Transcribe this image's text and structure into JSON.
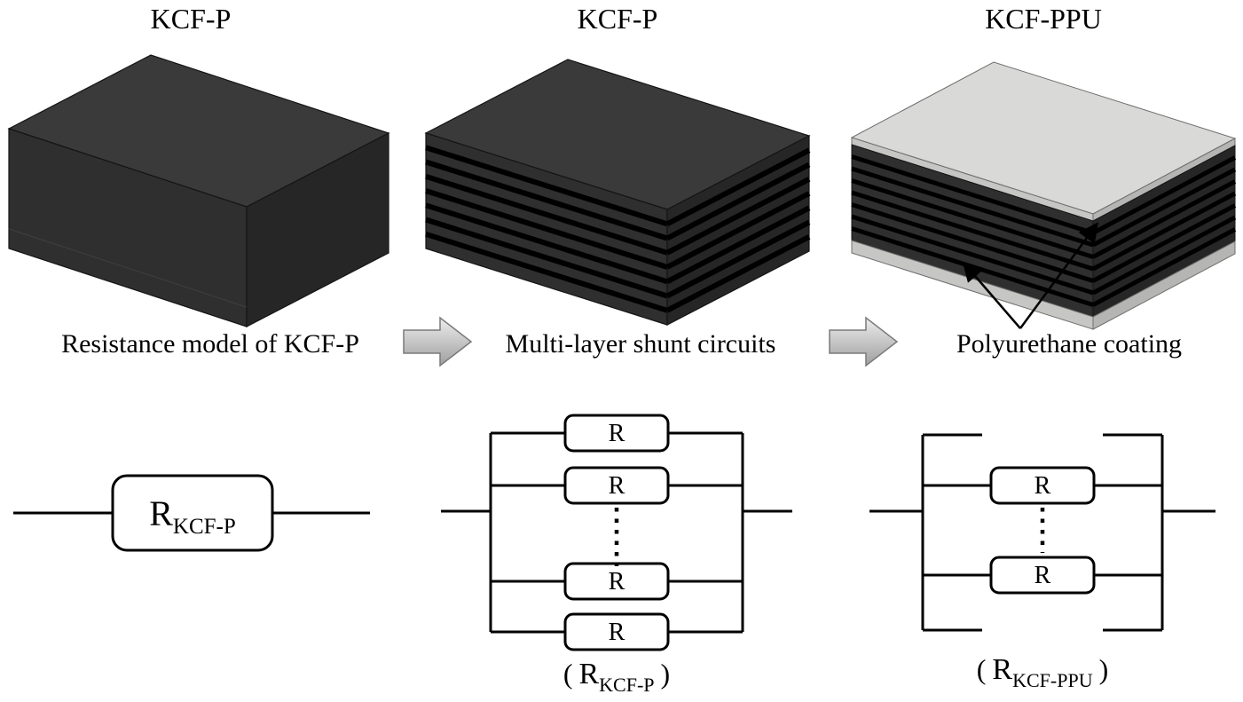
{
  "figure": {
    "titles": {
      "left": "KCF-P",
      "middle": "KCF-P",
      "right": "KCF-PPU"
    },
    "captions": {
      "left": "Resistance model of KCF-P",
      "middle": "Multi-layer shunt circuits",
      "right": "Polyurethane coating"
    },
    "circuit_single": {
      "r_main": "R",
      "r_sub": "KCF-P"
    },
    "circuit_multi": {
      "resistor": "R",
      "caption": {
        "open": "(",
        "main": "R",
        "sub": "KCF-P",
        "close": ")"
      }
    },
    "circuit_coated": {
      "resistor": "R",
      "caption": {
        "open": "(",
        "main": "R",
        "sub": "KCF-PPU",
        "close": ")"
      }
    }
  },
  "colors": {
    "background": "#ffffff",
    "block_top": "#3a3a3a",
    "block_front": "#2f2f2f",
    "block_side": "#262626",
    "layer_line": "#000000",
    "coating_top": "#d9d9d7",
    "coating_edge": "#c6c6c4",
    "coating_side": "#b5b5b3",
    "flow_arrow_fill": "#c9c9c9",
    "flow_arrow_edge": "#7a7a7a",
    "line": "#000000",
    "box_fill": "#ffffff"
  }
}
